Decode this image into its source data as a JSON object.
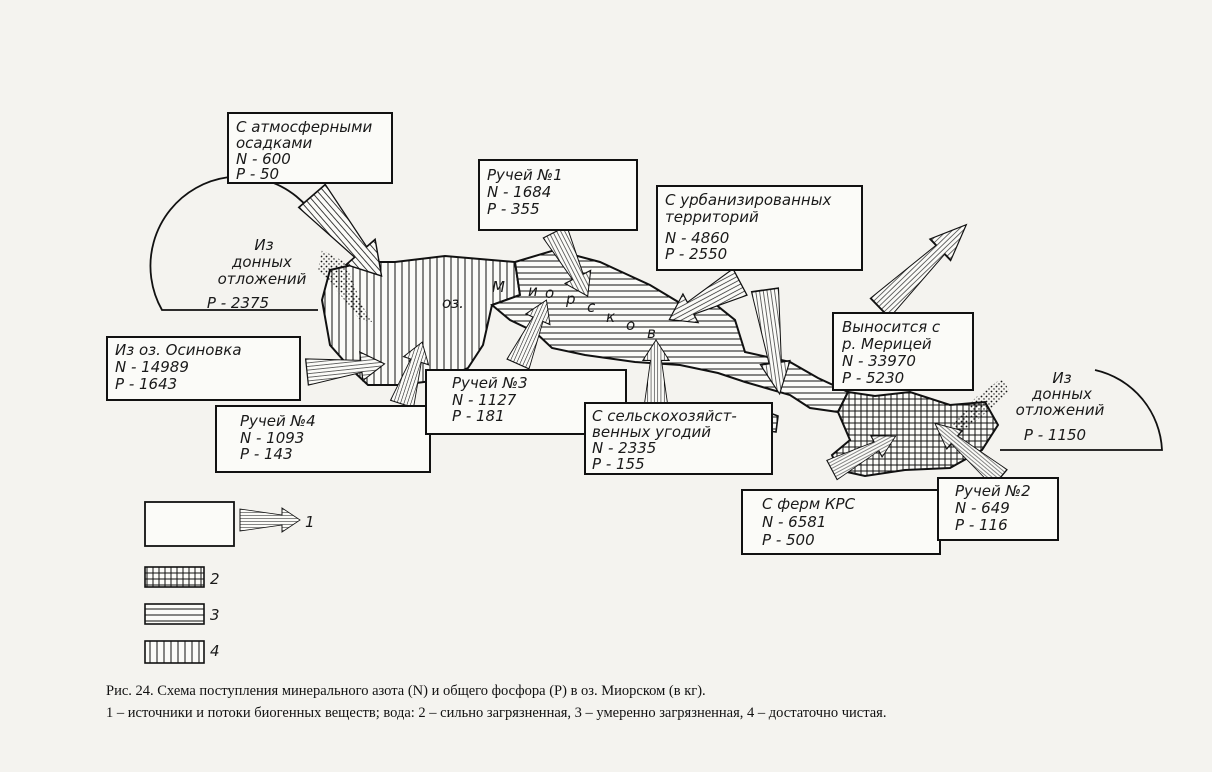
{
  "lake": {
    "prefix": "оз.",
    "name_letters": [
      "М",
      "и",
      "о",
      "р",
      "с",
      "к",
      "о",
      "в"
    ]
  },
  "sources": {
    "atmosphere": {
      "lines": [
        "С атмосферными",
        "осадками",
        "N - 600",
        "P - 50"
      ]
    },
    "brook1": {
      "lines": [
        "Ручей №1",
        "N - 1684",
        "P - 355"
      ]
    },
    "urban": {
      "lines": [
        "С урбанизированных",
        "территорий",
        "N - 4860",
        "P - 2550"
      ]
    },
    "bottom_left": {
      "lines": [
        "Из",
        "донных",
        "отложений",
        "P - 2375"
      ]
    },
    "osinovka": {
      "lines": [
        "Из оз. Осиновка",
        "N - 14989",
        "P - 1643"
      ]
    },
    "brook3": {
      "lines": [
        "Ручей №3",
        "N - 1127",
        "P - 181"
      ]
    },
    "brook4": {
      "lines": [
        "Ручей №4",
        "N - 1093",
        "P - 143"
      ]
    },
    "agri": {
      "lines": [
        "С сельскохозяйст-",
        "венных угодий",
        "N - 2335",
        "P - 155"
      ]
    },
    "outflow": {
      "lines": [
        "Выносится с",
        "р. Мерицей",
        "N - 33970",
        "P - 5230"
      ]
    },
    "bottom_right": {
      "lines": [
        "Из",
        "донных",
        "отложений",
        "P - 1150"
      ]
    },
    "cattle": {
      "lines": [
        "С ферм КРС",
        "N - 6581",
        "P - 500"
      ]
    },
    "brook2": {
      "lines": [
        "Ручей №2",
        "N - 649",
        "P - 116"
      ]
    }
  },
  "legend": {
    "items": [
      {
        "num": "1",
        "meaning": "источники и потоки биогенных веществ"
      },
      {
        "num": "2",
        "meaning": "сильно загрязненная"
      },
      {
        "num": "3",
        "meaning": "умеренно загрязненная"
      },
      {
        "num": "4",
        "meaning": "достаточно чистая"
      }
    ]
  },
  "caption": {
    "title": "Рис. 24. Схема поступления минерального азота (N) и общего фосфора (P) в оз. Миорском (в кг).",
    "legend": "1 – источники и потоки биогенных веществ; вода: 2 – сильно загрязненная, 3 – умеренно загрязненная, 4 – достаточно чистая."
  }
}
